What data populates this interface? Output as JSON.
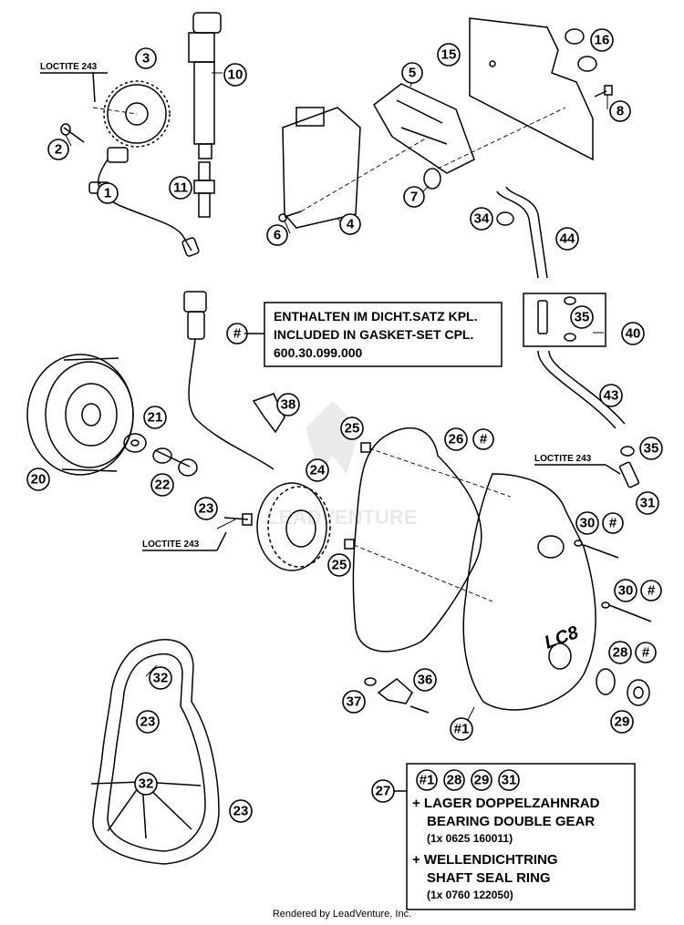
{
  "callouts": [
    {
      "id": "c1",
      "label": "1"
    },
    {
      "id": "c2",
      "label": "2"
    },
    {
      "id": "c3",
      "label": "3"
    },
    {
      "id": "c4",
      "label": "4"
    },
    {
      "id": "c5",
      "label": "5"
    },
    {
      "id": "c6",
      "label": "6"
    },
    {
      "id": "c7",
      "label": "7"
    },
    {
      "id": "c8",
      "label": "8"
    },
    {
      "id": "c10",
      "label": "10"
    },
    {
      "id": "c11",
      "label": "11"
    },
    {
      "id": "c15",
      "label": "15"
    },
    {
      "id": "c16",
      "label": "16"
    },
    {
      "id": "c34",
      "label": "34"
    },
    {
      "id": "c44",
      "label": "44"
    },
    {
      "id": "c35a",
      "label": "35"
    },
    {
      "id": "c40",
      "label": "40"
    },
    {
      "id": "c43",
      "label": "43"
    },
    {
      "id": "c35b",
      "label": "35"
    },
    {
      "id": "c31",
      "label": "31"
    },
    {
      "id": "c38",
      "label": "38"
    },
    {
      "id": "c21",
      "label": "21"
    },
    {
      "id": "c20",
      "label": "20"
    },
    {
      "id": "c22",
      "label": "22"
    },
    {
      "id": "c23a",
      "label": "23"
    },
    {
      "id": "c24",
      "label": "24"
    },
    {
      "id": "c25a",
      "label": "25"
    },
    {
      "id": "c25b",
      "label": "25"
    },
    {
      "id": "c26",
      "label": "26"
    },
    {
      "id": "c30a",
      "label": "30"
    },
    {
      "id": "c30b",
      "label": "30"
    },
    {
      "id": "c28",
      "label": "28"
    },
    {
      "id": "c29",
      "label": "29"
    },
    {
      "id": "c36",
      "label": "36"
    },
    {
      "id": "c37",
      "label": "37"
    },
    {
      "id": "c32a",
      "label": "32"
    },
    {
      "id": "c23b",
      "label": "23"
    },
    {
      "id": "c32b",
      "label": "32"
    },
    {
      "id": "c23c",
      "label": "23"
    },
    {
      "id": "c27",
      "label": "27"
    },
    {
      "id": "chash1",
      "label": "#"
    },
    {
      "id": "chash26",
      "label": "#"
    },
    {
      "id": "chash30a",
      "label": "#"
    },
    {
      "id": "chash30b",
      "label": "#"
    },
    {
      "id": "chash28",
      "label": "#"
    },
    {
      "id": "chashbot",
      "label": "#1"
    },
    {
      "id": "cbox1",
      "label": "#1"
    },
    {
      "id": "cbox28",
      "label": "28"
    },
    {
      "id": "cbox29",
      "label": "29"
    },
    {
      "id": "cbox31",
      "label": "31"
    }
  ],
  "loctite": {
    "label_1": "LOCTITE 243",
    "label_2": "LOCTITE 243",
    "label_3": "LOCTITE 243"
  },
  "gasket_box": {
    "line1": "ENTHALTEN IM DICHT.SATZ KPL.",
    "line2": "INCLUDED IN GASKET-SET CPL.",
    "line3": "600.30.099.000"
  },
  "bearing_box": {
    "line1": "+ LAGER DOPPELZAHNRAD",
    "line2": "BEARING DOUBLE GEAR",
    "line3": "(1x 0625 160011)",
    "line4": "+ WELLENDICHTRING",
    "line5": "SHAFT SEAL RING",
    "line6": "(1x 0760 122050)"
  },
  "footer": "Rendered by LeadVenture, Inc.",
  "watermark": "LEADVENTURE"
}
